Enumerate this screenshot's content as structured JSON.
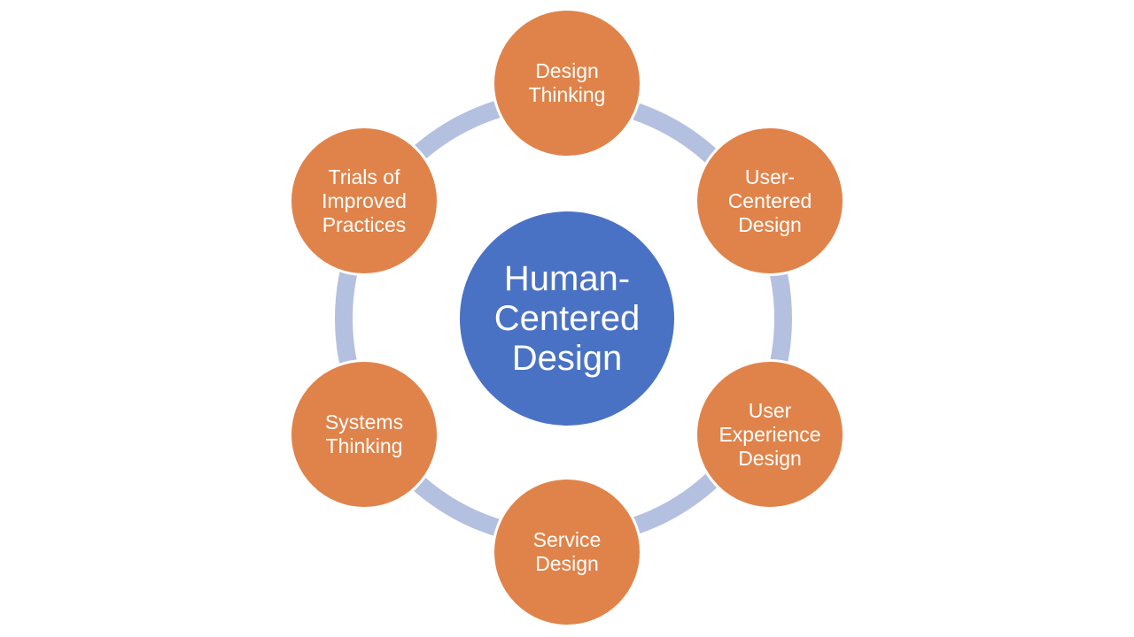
{
  "center": {
    "label": "Human-\nCentered\nDesign"
  },
  "nodes": [
    {
      "id": "design-thinking",
      "label": "Design\nThinking"
    },
    {
      "id": "user-centered-design",
      "label": "User-\nCentered\nDesign"
    },
    {
      "id": "user-experience-design",
      "label": "User\nExperience\nDesign"
    },
    {
      "id": "service-design",
      "label": "Service\nDesign"
    },
    {
      "id": "systems-thinking",
      "label": "Systems\nThinking"
    },
    {
      "id": "trials-of-improved-practices",
      "label": "Trials of\nImproved\nPractices"
    }
  ],
  "colors": {
    "center_fill": "#4a72c4",
    "node_fill": "#e0834a",
    "ring": "#b4c0e0",
    "text": "#ffffff"
  }
}
